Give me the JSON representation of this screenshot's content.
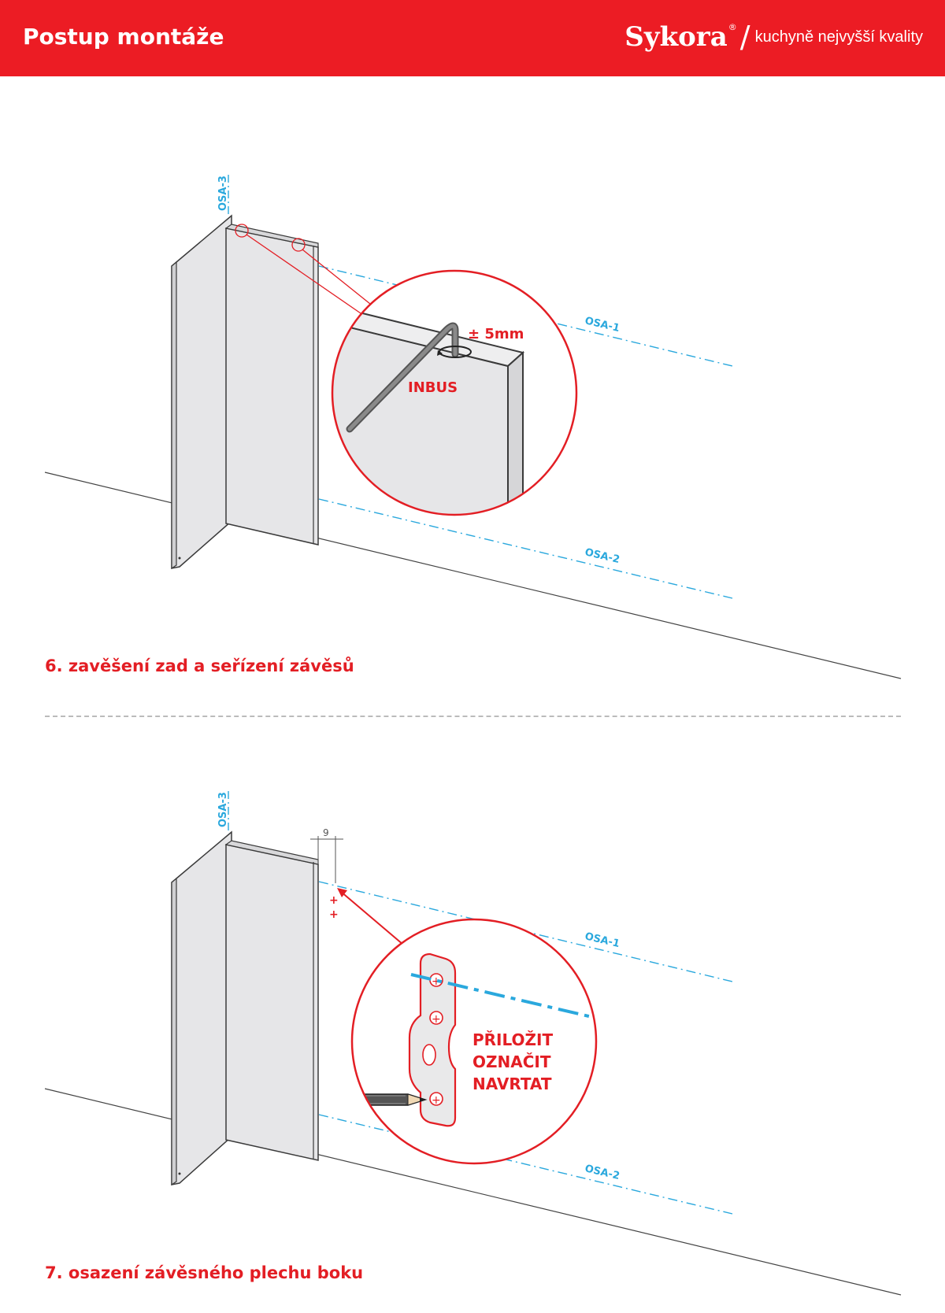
{
  "header": {
    "title": "Postup montáže",
    "brand": "Sykora",
    "brand_reg": "®",
    "tagline": "kuchyně nejvyšší kvality",
    "background": "#ec1c24"
  },
  "step6": {
    "title": "6. zavěšení zad a seřízení závěsů",
    "axes": {
      "osa1": "OSA-1",
      "osa2": "OSA-2",
      "osa3": "OSA-3"
    },
    "tool_label": "INBUS",
    "adjust_label": "± 5mm"
  },
  "step7": {
    "title": "7. osazení závěsného plechu boku",
    "axes": {
      "osa1": "OSA-1",
      "osa2": "OSA-2",
      "osa3": "OSA-3"
    },
    "dimension": "9",
    "instructions": [
      "PŘILOŽIT",
      "OZNAČIT",
      "NAVRTAT"
    ]
  },
  "colors": {
    "accent": "#e31e24",
    "axis": "#2aa8dd",
    "panel": "#e6e6e8",
    "outline": "#3a3a3a"
  }
}
